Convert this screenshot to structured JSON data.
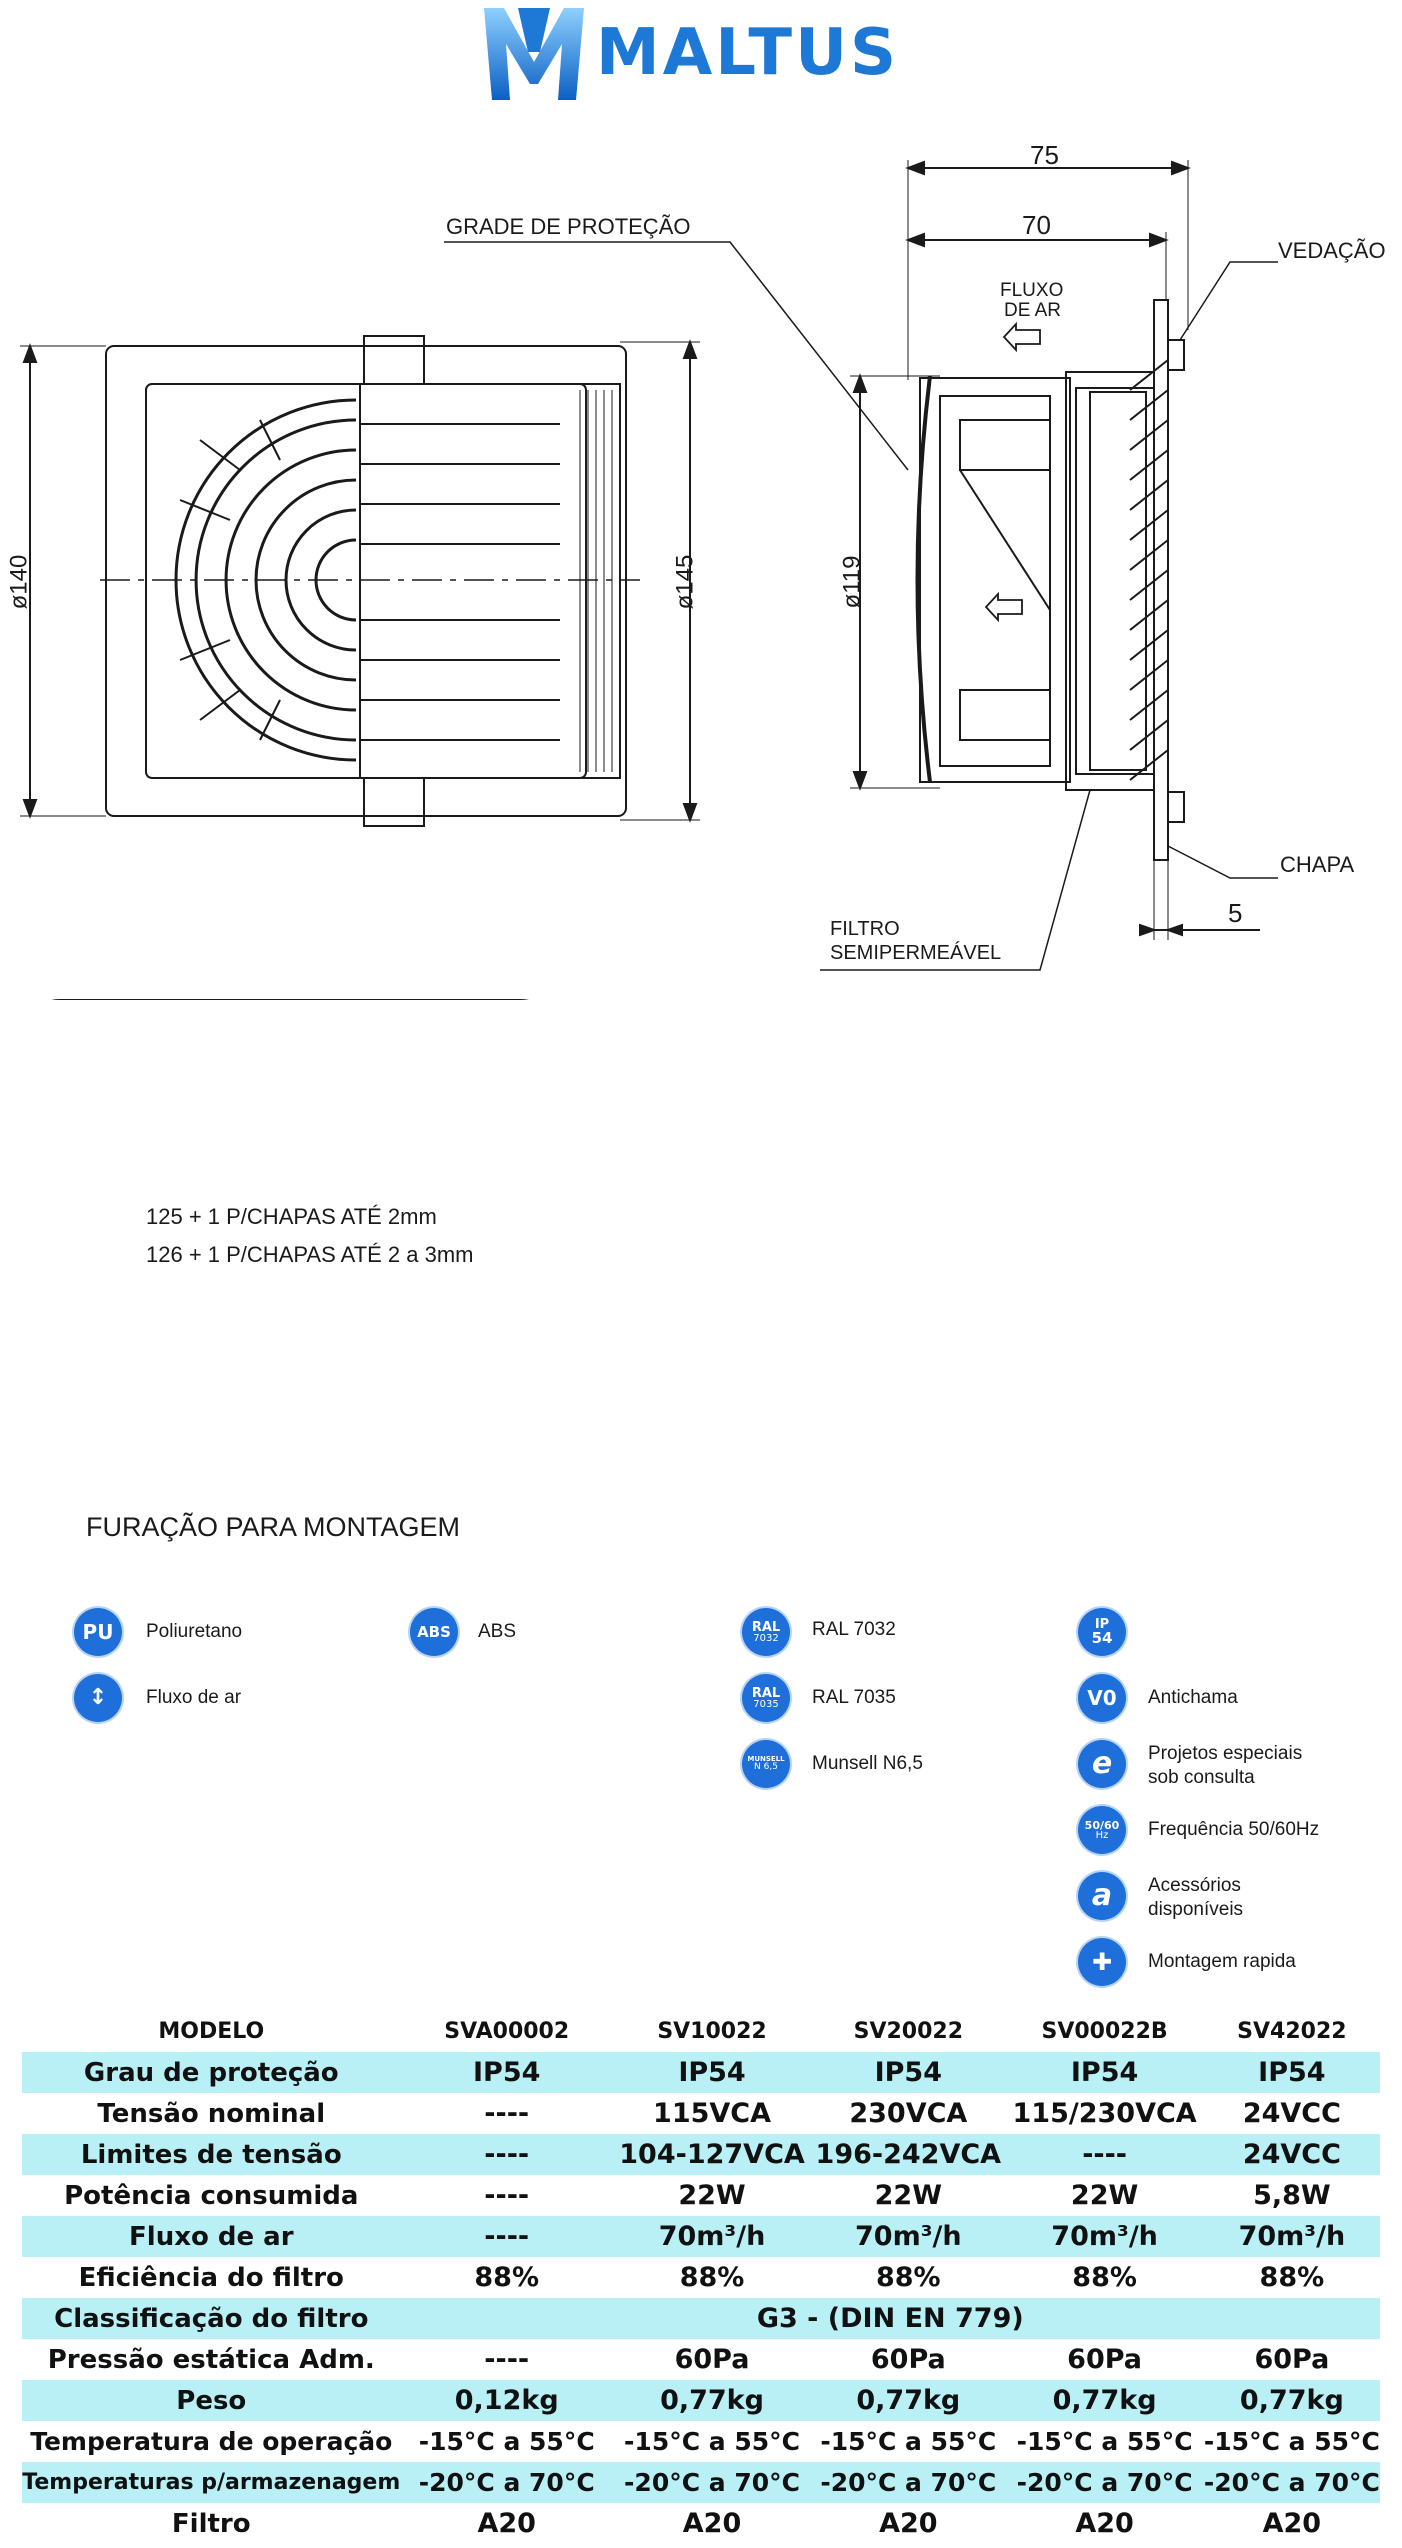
{
  "brand": {
    "name": "MALTUS",
    "color": "#1e78d6"
  },
  "side_view": {
    "dim_140": "ø140",
    "dim_145": "ø145"
  },
  "section_view": {
    "dim_75": "75",
    "dim_70": "70",
    "dim_119": "ø119",
    "dim_5": "5",
    "label_grade": "GRADE DE PROTEÇÃO",
    "label_vedacao": "VEDAÇÃO",
    "label_fluxo_line1": "FLUXO",
    "label_fluxo_line2": "DE AR",
    "label_chapa": "CHAPA",
    "label_filtro_line1": "FILTRO",
    "label_filtro_line2": "SEMIPERMEÁVEL"
  },
  "cutout": {
    "line1": "125 + 1 P/CHAPAS ATÉ 2mm",
    "line2": "126 + 1 P/CHAPAS ATÉ 2 a 3mm",
    "caption": "FURAÇÃO PARA MONTAGEM"
  },
  "legend": {
    "pu": {
      "badge": "PU",
      "label": "Poliuretano"
    },
    "abs": {
      "badge": "ABS",
      "label": "ABS"
    },
    "ral7032": {
      "badge_top": "RAL",
      "badge_bottom": "7032",
      "label": "RAL 7032"
    },
    "ip54": {
      "badge_top": "IP",
      "badge_bottom": "54"
    },
    "airflow": {
      "badge": "↕",
      "label": "Fluxo de ar"
    },
    "ral7035": {
      "badge_top": "RAL",
      "badge_bottom": "7035",
      "label": "RAL 7035"
    },
    "v0": {
      "badge": "V0",
      "label": "Antichama"
    },
    "munsell": {
      "badge_top": "MUNSELL",
      "badge_bottom": "N 6,5",
      "label": "Munsell N6,5"
    },
    "special": {
      "badge": "e",
      "label": "Projetos especiais\nsob consulta"
    },
    "freq": {
      "badge_top": "50/60",
      "badge_bottom": "Hz",
      "label": "Frequência 50/60Hz"
    },
    "accessories": {
      "badge": "a",
      "label": "Acessórios\ndisponíveis"
    },
    "mount": {
      "badge": "✚",
      "label": "Montagem rapida"
    },
    "badge_color": "#1e6fd9"
  },
  "table": {
    "header": [
      "MODELO",
      "SVA00002",
      "SV10022",
      "SV20022",
      "SV00022B",
      "SV42022"
    ],
    "rows": [
      {
        "label": "Grau de proteção",
        "values": [
          "IP54",
          "IP54",
          "IP54",
          "IP54",
          "IP54"
        ]
      },
      {
        "label": "Tensão nominal",
        "values": [
          "----",
          "115VCA",
          "230VCA",
          "115/230VCA",
          "24VCC"
        ]
      },
      {
        "label": "Limites de tensão",
        "values": [
          "----",
          "104-127VCA",
          "196-242VCA",
          "----",
          "24VCC"
        ]
      },
      {
        "label": "Potência consumida",
        "values": [
          "----",
          "22W",
          "22W",
          "22W",
          "5,8W"
        ]
      },
      {
        "label": "Fluxo de ar",
        "values": [
          "----",
          "70m³/h",
          "70m³/h",
          "70m³/h",
          "70m³/h"
        ]
      },
      {
        "label": "Eficiência do filtro",
        "values": [
          "88%",
          "88%",
          "88%",
          "88%",
          "88%"
        ]
      },
      {
        "label": "Classificação do filtro",
        "merged": "G3 - (DIN EN 779)"
      },
      {
        "label": "Pressão estática Adm.",
        "values": [
          "----",
          "60Pa",
          "60Pa",
          "60Pa",
          "60Pa"
        ]
      },
      {
        "label": "Peso",
        "values": [
          "0,12kg",
          "0,77kg",
          "0,77kg",
          "0,77kg",
          "0,77kg"
        ]
      },
      {
        "label": "Temperatura de operação",
        "values": [
          "-15°C a 55°C",
          "-15°C a 55°C",
          "-15°C a 55°C",
          "-15°C a 55°C",
          "-15°C a 55°C"
        ]
      },
      {
        "label": "Temperaturas p/armazenagem",
        "values": [
          "-20°C a 70°C",
          "-20°C a 70°C",
          "-20°C a 70°C",
          "-20°C a 70°C",
          "-20°C a 70°C"
        ]
      },
      {
        "label": "Filtro",
        "values": [
          "A20",
          "A20",
          "A20",
          "A20",
          "A20"
        ]
      }
    ],
    "highlight_color": "#b8f0f6"
  }
}
